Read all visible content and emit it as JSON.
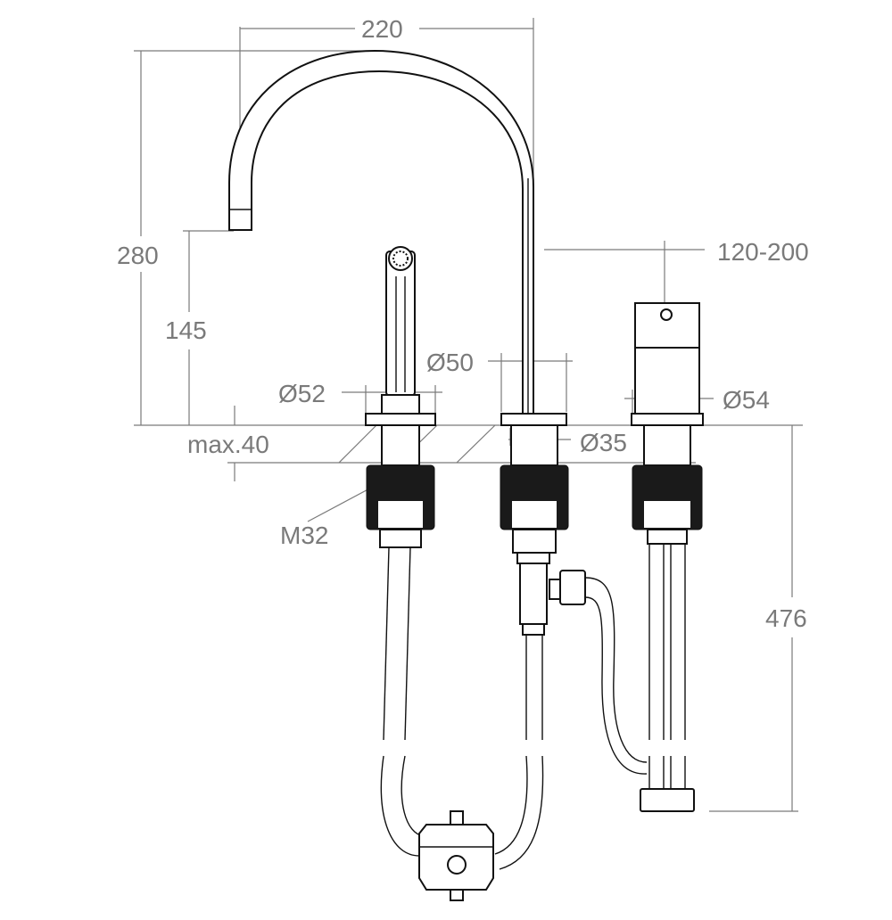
{
  "dimensions": {
    "spout_reach": "220",
    "total_height": "280",
    "spout_height": "145",
    "spray_diameter": "Ø52",
    "spout_base_diameter": "Ø50",
    "valve_spacing": "120-200",
    "valve_diameter": "Ø54",
    "shank_diameter": "Ø35",
    "max_deck_thickness": "max.40",
    "thread_size": "M32",
    "below_deck_length": "476"
  },
  "colors": {
    "dimension_lines": "#7a7a7a",
    "outline": "#111111"
  }
}
